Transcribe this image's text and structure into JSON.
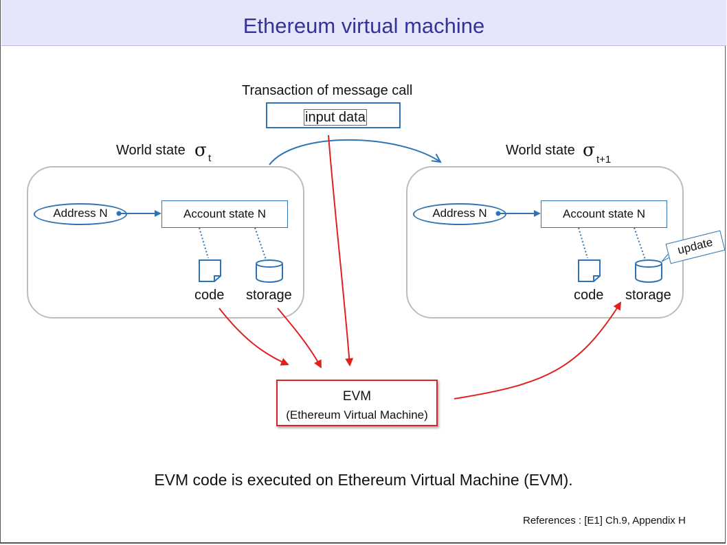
{
  "title": "Ethereum virtual machine",
  "transaction": {
    "caption": "Transaction of message call",
    "input_label": "input data"
  },
  "world_state_left": {
    "label": "World state",
    "symbol": "σ",
    "subscript": "t",
    "address": "Address N",
    "account": "Account state N",
    "code": "code",
    "storage": "storage"
  },
  "world_state_right": {
    "label": "World state",
    "symbol": "σ",
    "subscript": "t+1",
    "address": "Address N",
    "account": "Account state N",
    "code": "code",
    "storage": "storage",
    "update": "update"
  },
  "evm": {
    "name": "EVM",
    "full_name": "(Ethereum Virtual Machine)"
  },
  "statement": "EVM code is executed on Ethereum Virtual Machine (EVM).",
  "references": "References : [E1] Ch.9, Appendix H",
  "colors": {
    "title_text": "#33339a",
    "title_bar": "#e6e6fa",
    "blue": "#2e74b5",
    "red": "#e0201f",
    "box_border": "#bdbdbd"
  },
  "icons": [
    "code-file-icon",
    "storage-cylinder-icon"
  ]
}
